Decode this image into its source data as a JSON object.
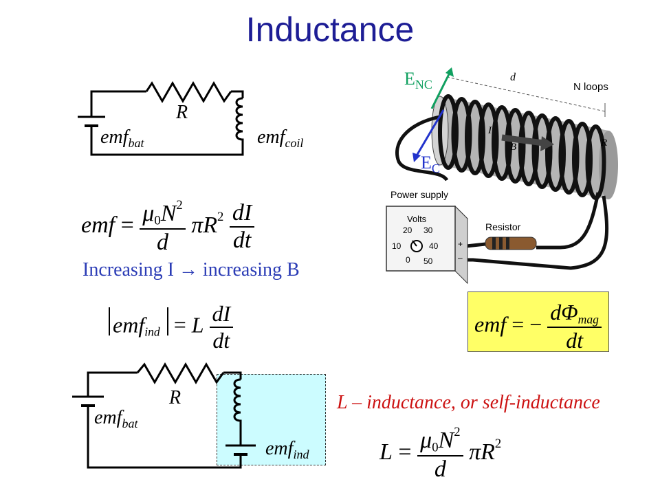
{
  "title": "Inductance",
  "circuit_top": {
    "resistor_label": "R",
    "battery_label": "emf",
    "battery_sub": "bat",
    "coil_label": "emf",
    "coil_sub": "coil"
  },
  "equation_1": {
    "lhs": "emf",
    "mu": "μ",
    "mu_sub": "0",
    "n": "N",
    "n_sup": "2",
    "d": "d",
    "pi_r": "πR",
    "r_sup": "2",
    "di": "dI",
    "dt": "dt"
  },
  "statement": "Increasing I → increasing B",
  "equation_2": {
    "lhs": "emf",
    "lhs_sub": "ind",
    "L": "L",
    "di": "dI",
    "dt": "dt"
  },
  "circuit_bottom": {
    "resistor_label": "R",
    "battery_label": "emf",
    "battery_sub": "bat",
    "ind_label": "emf",
    "ind_sub": "ind"
  },
  "definition": "L – inductance, or self-inductance",
  "equation_3": {
    "L": "L",
    "mu": "μ",
    "mu_sub": "0",
    "n": "N",
    "n_sup": "2",
    "d": "d",
    "pi_r": "πR",
    "r_sup": "2"
  },
  "faraday": {
    "lhs": "emf",
    "phi": "dΦ",
    "phi_sub": "mag",
    "dt": "dt"
  },
  "solenoid": {
    "enc": "E",
    "enc_sub": "NC",
    "ec": "E",
    "ec_sub": "C",
    "d_label": "d",
    "n_loops": "N loops",
    "i_label": "I",
    "b_label": "B",
    "r_label": "R",
    "power_supply": "Power supply",
    "volts": "Volts",
    "dial": [
      "20",
      "30",
      "10",
      "40",
      "0",
      "50"
    ],
    "plus": "+",
    "minus": "–",
    "resistor": "Resistor"
  },
  "colors": {
    "title": "#1d1d95",
    "statement": "#2a3bb5",
    "definition": "#cc1111",
    "e_arrow_green": "#10a060",
    "e_arrow_blue": "#2233cc",
    "faraday_box": "#ffff66",
    "inductor_box": "#ccfcff"
  }
}
